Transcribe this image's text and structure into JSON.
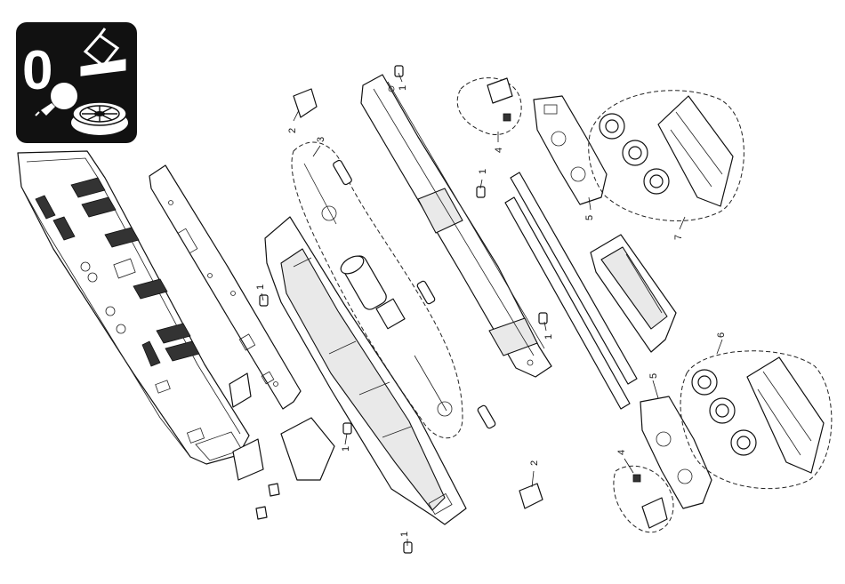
{
  "service_icon": {
    "digit": "0",
    "icons": [
      "wiper-icon",
      "bulb-icon",
      "wheel-icon"
    ]
  },
  "callouts": [
    {
      "id": "c1a",
      "label": "1"
    },
    {
      "id": "c1b",
      "label": "1"
    },
    {
      "id": "c1c",
      "label": "1"
    },
    {
      "id": "c1d",
      "label": "1"
    },
    {
      "id": "c1e",
      "label": "1"
    },
    {
      "id": "c1f",
      "label": "1"
    },
    {
      "id": "c2a",
      "label": "2"
    },
    {
      "id": "c2b",
      "label": "2"
    },
    {
      "id": "c3",
      "label": "3"
    },
    {
      "id": "c4a",
      "label": "4"
    },
    {
      "id": "c4b",
      "label": "4"
    },
    {
      "id": "c5a",
      "label": "5"
    },
    {
      "id": "c5b",
      "label": "5"
    },
    {
      "id": "c6",
      "label": "6"
    },
    {
      "id": "c7",
      "label": "7"
    }
  ],
  "colors": {
    "icon_bg": "#111111",
    "line": "#111111",
    "paper": "#ffffff"
  }
}
